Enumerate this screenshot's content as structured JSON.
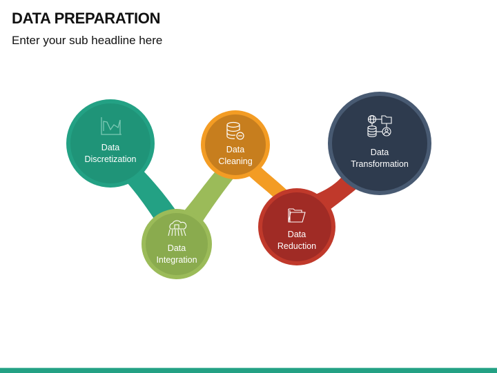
{
  "header": {
    "title": "DATA PREPARATION",
    "subtitle": "Enter your sub headline here"
  },
  "diagram": {
    "nodes": [
      {
        "id": "discretization",
        "line1": "Data",
        "line2": "Discretization",
        "icon": "line-chart-icon",
        "color": "#1f9478",
        "ring": "#23a184"
      },
      {
        "id": "integration",
        "line1": "Data",
        "line2": "Integration",
        "icon": "cloud-network-icon",
        "color": "#8aab4e",
        "ring": "#9bbb59"
      },
      {
        "id": "cleaning",
        "line1": "Data",
        "line2": "Cleaning",
        "icon": "database-minus-icon",
        "color": "#c77e1e",
        "ring": "#f39c24"
      },
      {
        "id": "reduction",
        "line1": "Data",
        "line2": "Reduction",
        "icon": "folder-icon",
        "color": "#a02b25",
        "ring": "#c0392b"
      },
      {
        "id": "transformation",
        "line1": "Data",
        "line2": "Transformation",
        "icon": "network-database-icon",
        "color": "#2e3b4e",
        "ring": "#485a72"
      }
    ]
  },
  "footer": {
    "bar_color": "#23a184"
  }
}
